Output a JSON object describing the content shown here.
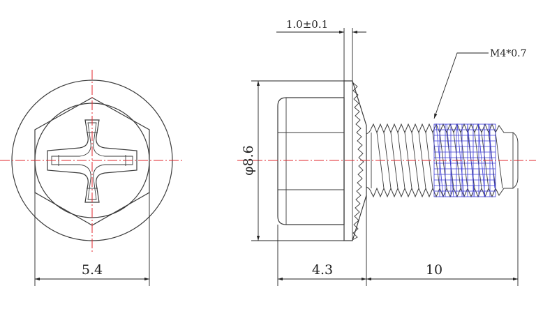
{
  "drawing": {
    "dimensions": {
      "hex_across_flats": "5.4",
      "flange_thickness": "1.0±0.1",
      "flange_diameter": "φ8.6",
      "head_length": "4.3",
      "shank_length": "10"
    },
    "thread_callout": "M4*0.7",
    "colors": {
      "outline": "#3a3a3a",
      "centerline": "#e0252b",
      "thread_hatch": "#3b3bd6",
      "dimension": "#222222"
    }
  }
}
